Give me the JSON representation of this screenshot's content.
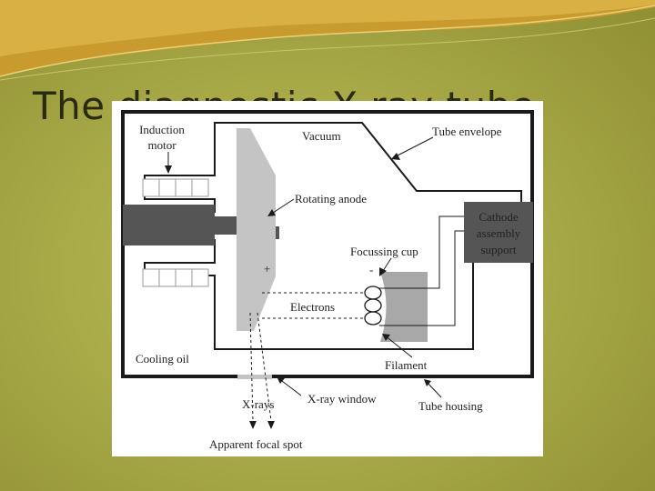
{
  "slide": {
    "title": "The diagnostic X-ray tube"
  },
  "labels": {
    "induction_motor_1": "Induction",
    "induction_motor_2": "motor",
    "vacuum": "Vacuum",
    "tube_envelope": "Tube envelope",
    "rotating_anode": "Rotating anode",
    "cathode_1": "Cathode",
    "cathode_2": "assembly",
    "cathode_3": "support",
    "focussing_cup": "Focussing cup",
    "plus": "+",
    "minus": "-",
    "electrons": "Electrons",
    "cooling_oil": "Cooling oil",
    "filament": "Filament",
    "x_rays": "X-rays",
    "x_ray_window": "X-ray window",
    "tube_housing": "Tube housing",
    "apparent_focal_spot": "Apparent focal spot"
  },
  "colors": {
    "background": "#a9aa48",
    "title": "#2a2a10",
    "panel": "#ffffff",
    "line": "#1a1a1a",
    "motor": "#555555",
    "anode": "#c4c4c4",
    "cup": "#a8a8a8",
    "cathode_support": "#555555"
  }
}
